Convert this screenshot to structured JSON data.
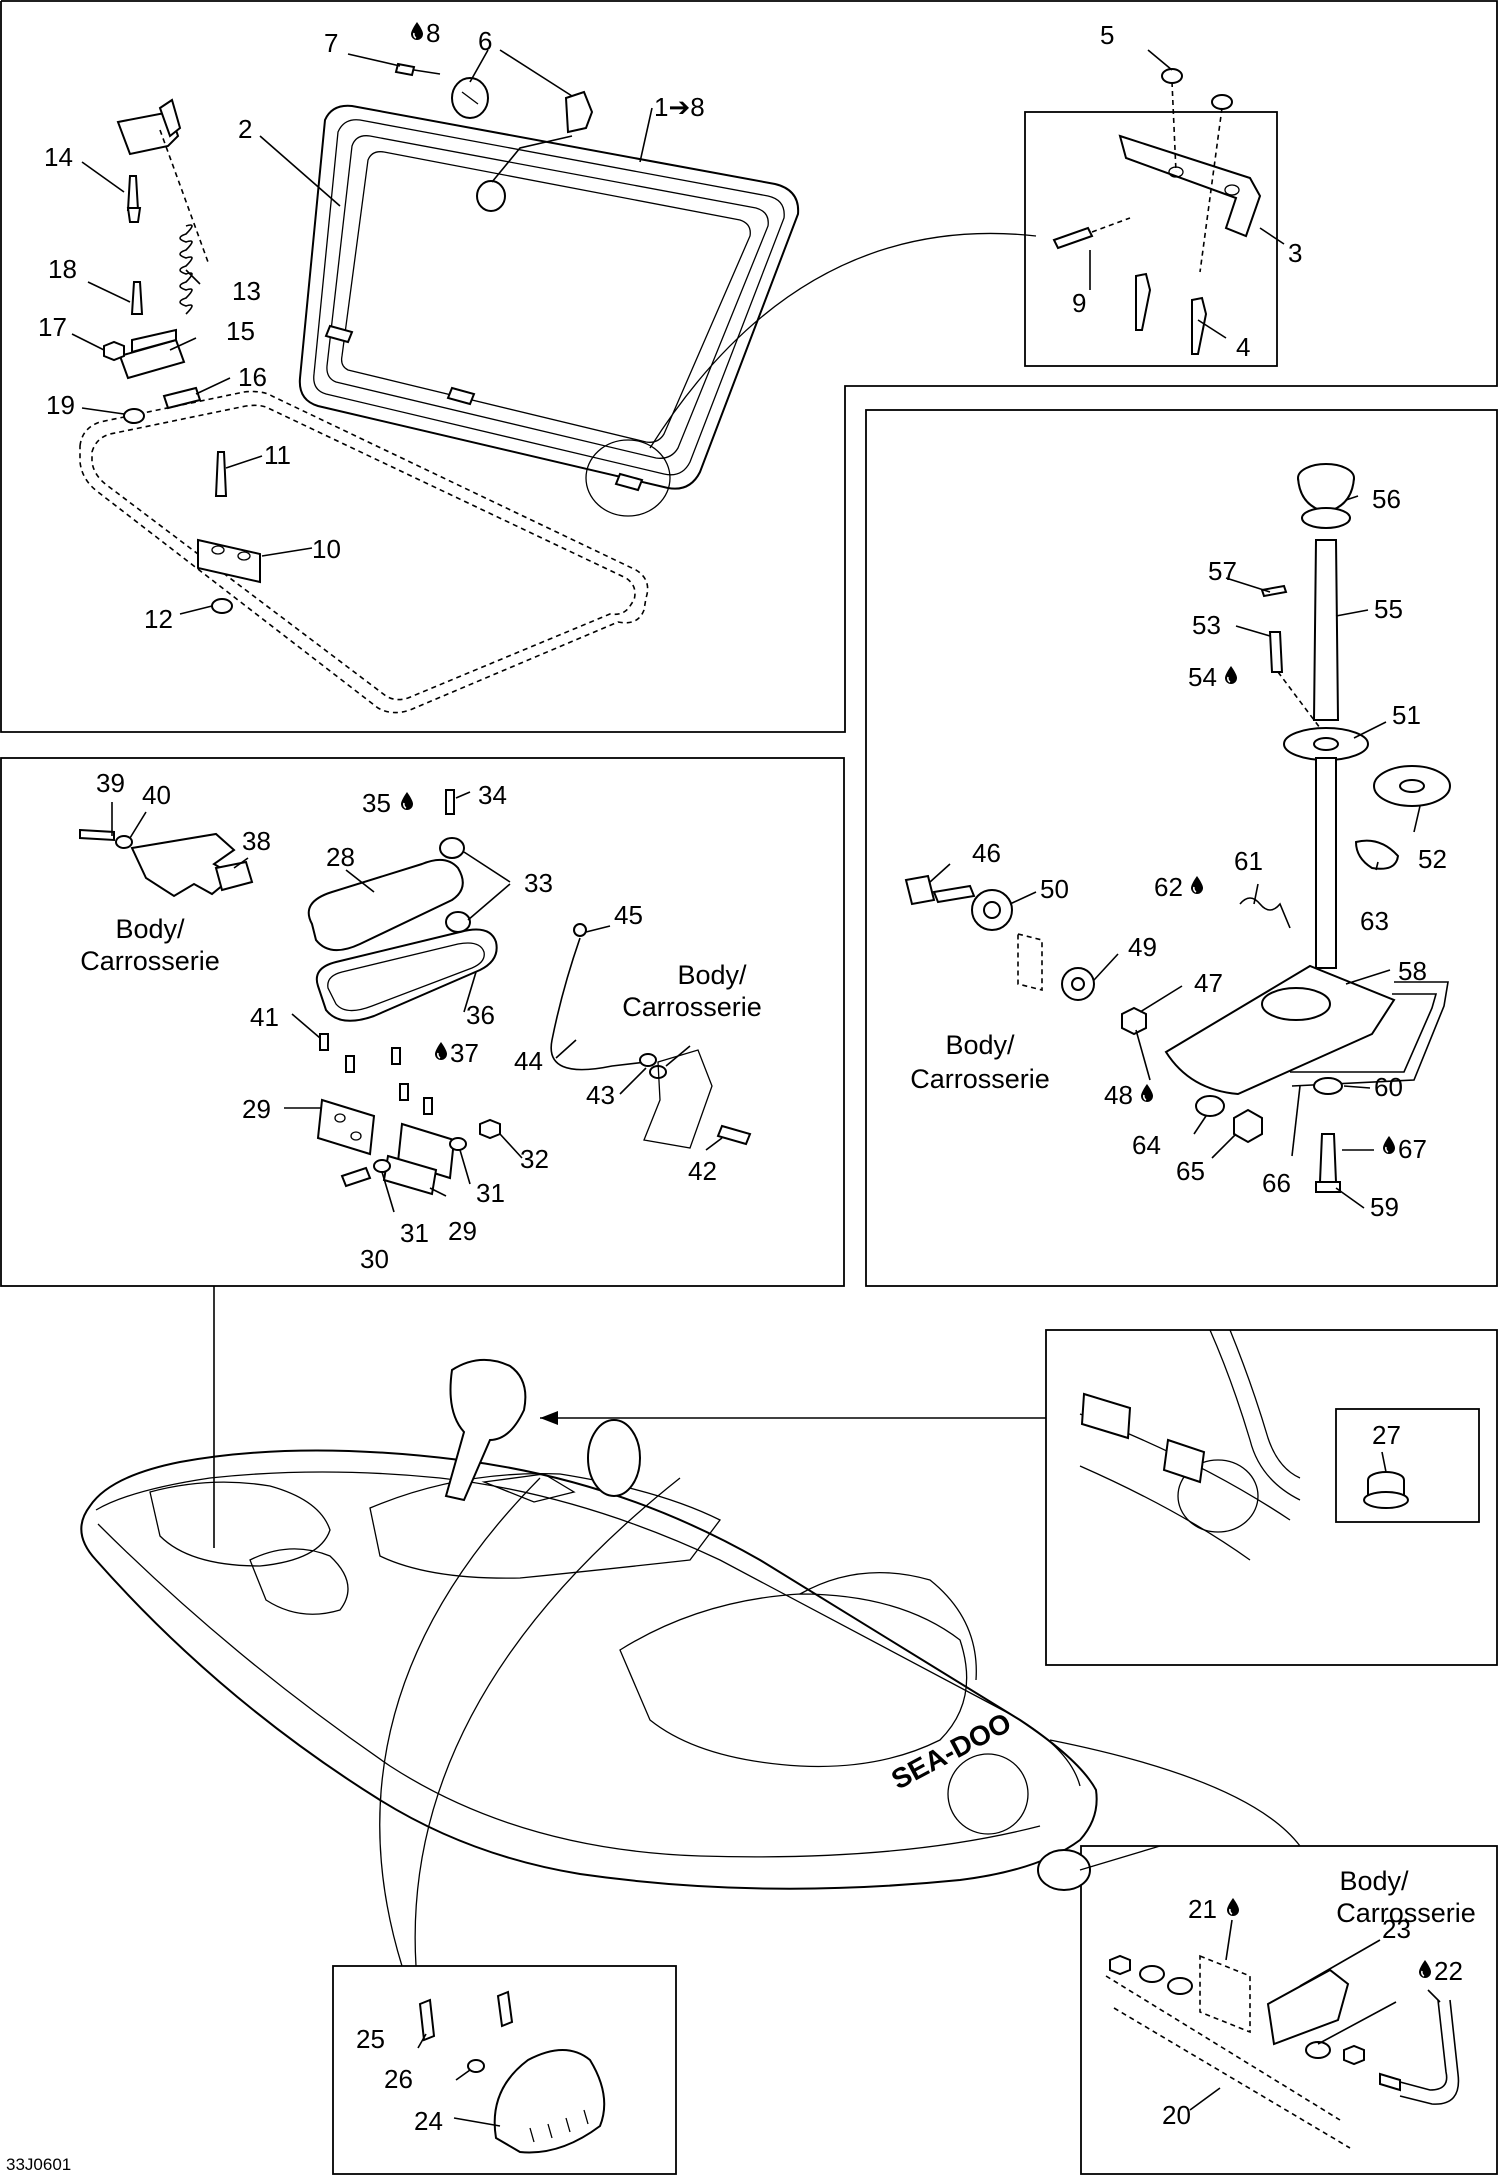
{
  "diagram_code": "33J0601",
  "callouts": [
    {
      "id": "1",
      "text": "1➔8"
    },
    {
      "id": "2",
      "text": "2"
    },
    {
      "id": "3",
      "text": "3"
    },
    {
      "id": "4",
      "text": "4"
    },
    {
      "id": "5",
      "text": "5"
    },
    {
      "id": "6",
      "text": "6"
    },
    {
      "id": "7",
      "text": "7"
    },
    {
      "id": "8",
      "text": "8"
    },
    {
      "id": "9",
      "text": "9"
    },
    {
      "id": "10",
      "text": "10"
    },
    {
      "id": "11",
      "text": "11"
    },
    {
      "id": "12",
      "text": "12"
    },
    {
      "id": "13",
      "text": "13"
    },
    {
      "id": "14",
      "text": "14"
    },
    {
      "id": "15",
      "text": "15"
    },
    {
      "id": "16",
      "text": "16"
    },
    {
      "id": "17",
      "text": "17"
    },
    {
      "id": "18",
      "text": "18"
    },
    {
      "id": "19",
      "text": "19"
    },
    {
      "id": "20",
      "text": "20"
    },
    {
      "id": "21",
      "text": "21"
    },
    {
      "id": "22",
      "text": "22"
    },
    {
      "id": "23",
      "text": "23"
    },
    {
      "id": "24",
      "text": "24"
    },
    {
      "id": "25",
      "text": "25"
    },
    {
      "id": "26",
      "text": "26"
    },
    {
      "id": "27",
      "text": "27"
    },
    {
      "id": "28",
      "text": "28"
    },
    {
      "id": "29a",
      "text": "29"
    },
    {
      "id": "29b",
      "text": "29"
    },
    {
      "id": "30",
      "text": "30"
    },
    {
      "id": "31a",
      "text": "31"
    },
    {
      "id": "31b",
      "text": "31"
    },
    {
      "id": "32",
      "text": "32"
    },
    {
      "id": "33",
      "text": "33"
    },
    {
      "id": "34",
      "text": "34"
    },
    {
      "id": "35",
      "text": "35"
    },
    {
      "id": "36",
      "text": "36"
    },
    {
      "id": "37",
      "text": "37"
    },
    {
      "id": "38",
      "text": "38"
    },
    {
      "id": "39",
      "text": "39"
    },
    {
      "id": "40",
      "text": "40"
    },
    {
      "id": "41",
      "text": "41"
    },
    {
      "id": "42",
      "text": "42"
    },
    {
      "id": "43",
      "text": "43"
    },
    {
      "id": "44",
      "text": "44"
    },
    {
      "id": "45",
      "text": "45"
    },
    {
      "id": "46",
      "text": "46"
    },
    {
      "id": "47",
      "text": "47"
    },
    {
      "id": "48",
      "text": "48"
    },
    {
      "id": "49",
      "text": "49"
    },
    {
      "id": "50",
      "text": "50"
    },
    {
      "id": "51",
      "text": "51"
    },
    {
      "id": "52",
      "text": "52"
    },
    {
      "id": "53",
      "text": "53"
    },
    {
      "id": "54",
      "text": "54"
    },
    {
      "id": "55",
      "text": "55"
    },
    {
      "id": "56",
      "text": "56"
    },
    {
      "id": "57",
      "text": "57"
    },
    {
      "id": "58",
      "text": "58"
    },
    {
      "id": "59",
      "text": "59"
    },
    {
      "id": "60",
      "text": "60"
    },
    {
      "id": "61",
      "text": "61"
    },
    {
      "id": "62",
      "text": "62"
    },
    {
      "id": "63",
      "text": "63"
    },
    {
      "id": "64",
      "text": "64"
    },
    {
      "id": "65",
      "text": "65"
    },
    {
      "id": "66",
      "text": "66"
    },
    {
      "id": "67",
      "text": "67"
    }
  ],
  "body_labels": {
    "line1": "Body/",
    "line2": "Carrosserie"
  },
  "icons": {
    "drop": "liquid-drop-icon",
    "arrow": "arrow-icon"
  },
  "brand_text": "SEA-DOO"
}
